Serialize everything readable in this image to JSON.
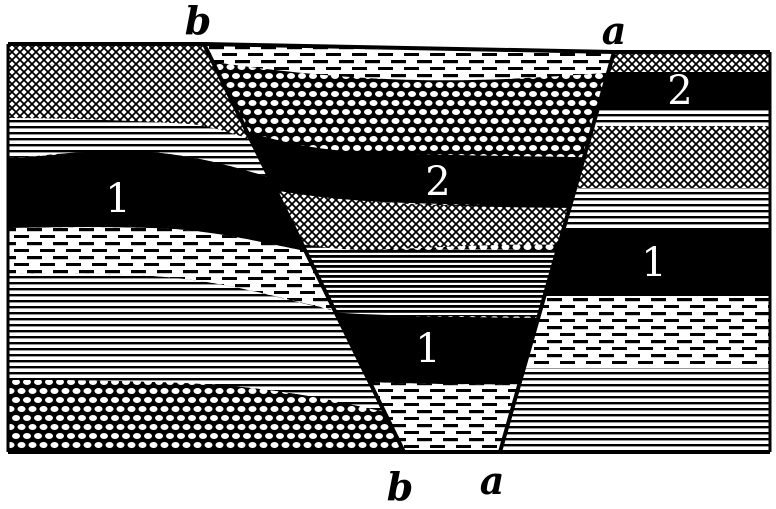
{
  "fault_labels": {
    "b_top": "b",
    "b_bottom": "b",
    "a_top": "a",
    "a_bottom": "a"
  },
  "bed_labels": {
    "left_block_bed1": "1",
    "center_block_bed2": "2",
    "center_block_bed1": "1",
    "right_block_bed2": "2",
    "right_block_bed1": "1"
  },
  "colors": {
    "ink": "#000000",
    "paper": "#ffffff"
  }
}
